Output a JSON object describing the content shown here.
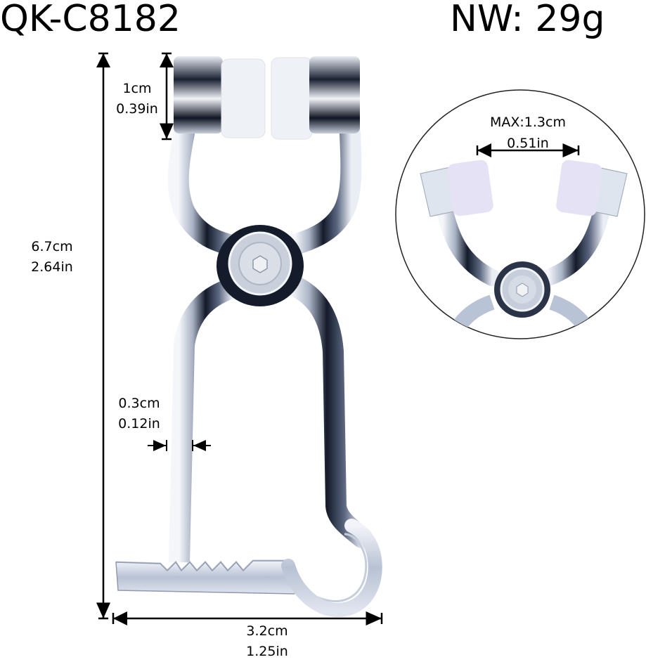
{
  "header": {
    "model_code": "QK-C8182",
    "net_weight": "NW: 29g"
  },
  "dimensions": {
    "pad_height": {
      "cm": "1cm",
      "in": "0.39in"
    },
    "total_length": {
      "cm": "6.7cm",
      "in": "2.64in"
    },
    "arm_thickness": {
      "cm": "0.3cm",
      "in": "0.12in"
    },
    "total_width": {
      "cm": "3.2cm",
      "in": "1.25in"
    }
  },
  "detail_inset": {
    "max_opening": "MAX:1.3cm",
    "max_opening_in": "0.51in"
  },
  "colors": {
    "background": "#ffffff",
    "text": "#000000",
    "metal_light": "#e8ecf4",
    "metal_dark": "#101828",
    "pad": "#eef1f6",
    "pad_inset": "#e4e2f6"
  }
}
